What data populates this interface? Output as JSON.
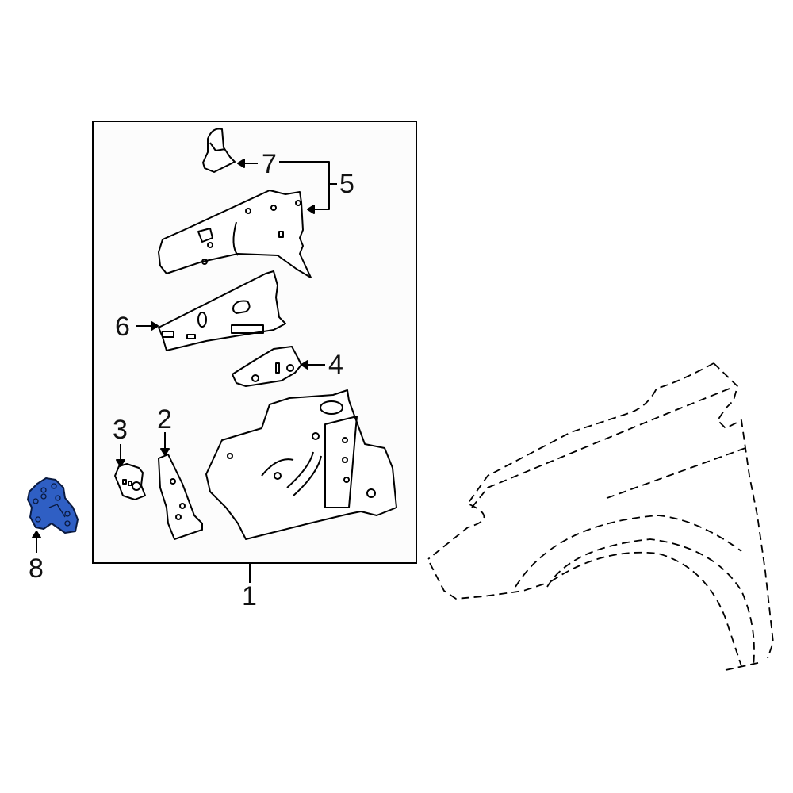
{
  "diagram": {
    "type": "exploded parts diagram",
    "subject": "Front fender apron / inner structure",
    "highlight_color": "#2f5fc4",
    "callouts": [
      {
        "id": "1",
        "label": "1",
        "part": "Apron assembly (boxed group)"
      },
      {
        "id": "2",
        "label": "2",
        "part": "Reinforcement bracket"
      },
      {
        "id": "3",
        "label": "3",
        "part": "Small bracket"
      },
      {
        "id": "4",
        "label": "4",
        "part": "Apron reinforcement"
      },
      {
        "id": "5",
        "label": "5",
        "part": "Upper rail assembly"
      },
      {
        "id": "6",
        "label": "6",
        "part": "Upper rail inner"
      },
      {
        "id": "7",
        "label": "7",
        "part": "Upper rail bracket"
      },
      {
        "id": "8",
        "label": "8",
        "part": "Highlighted bracket (blue)"
      }
    ],
    "reference_part": "Fender (dashed outline)"
  }
}
